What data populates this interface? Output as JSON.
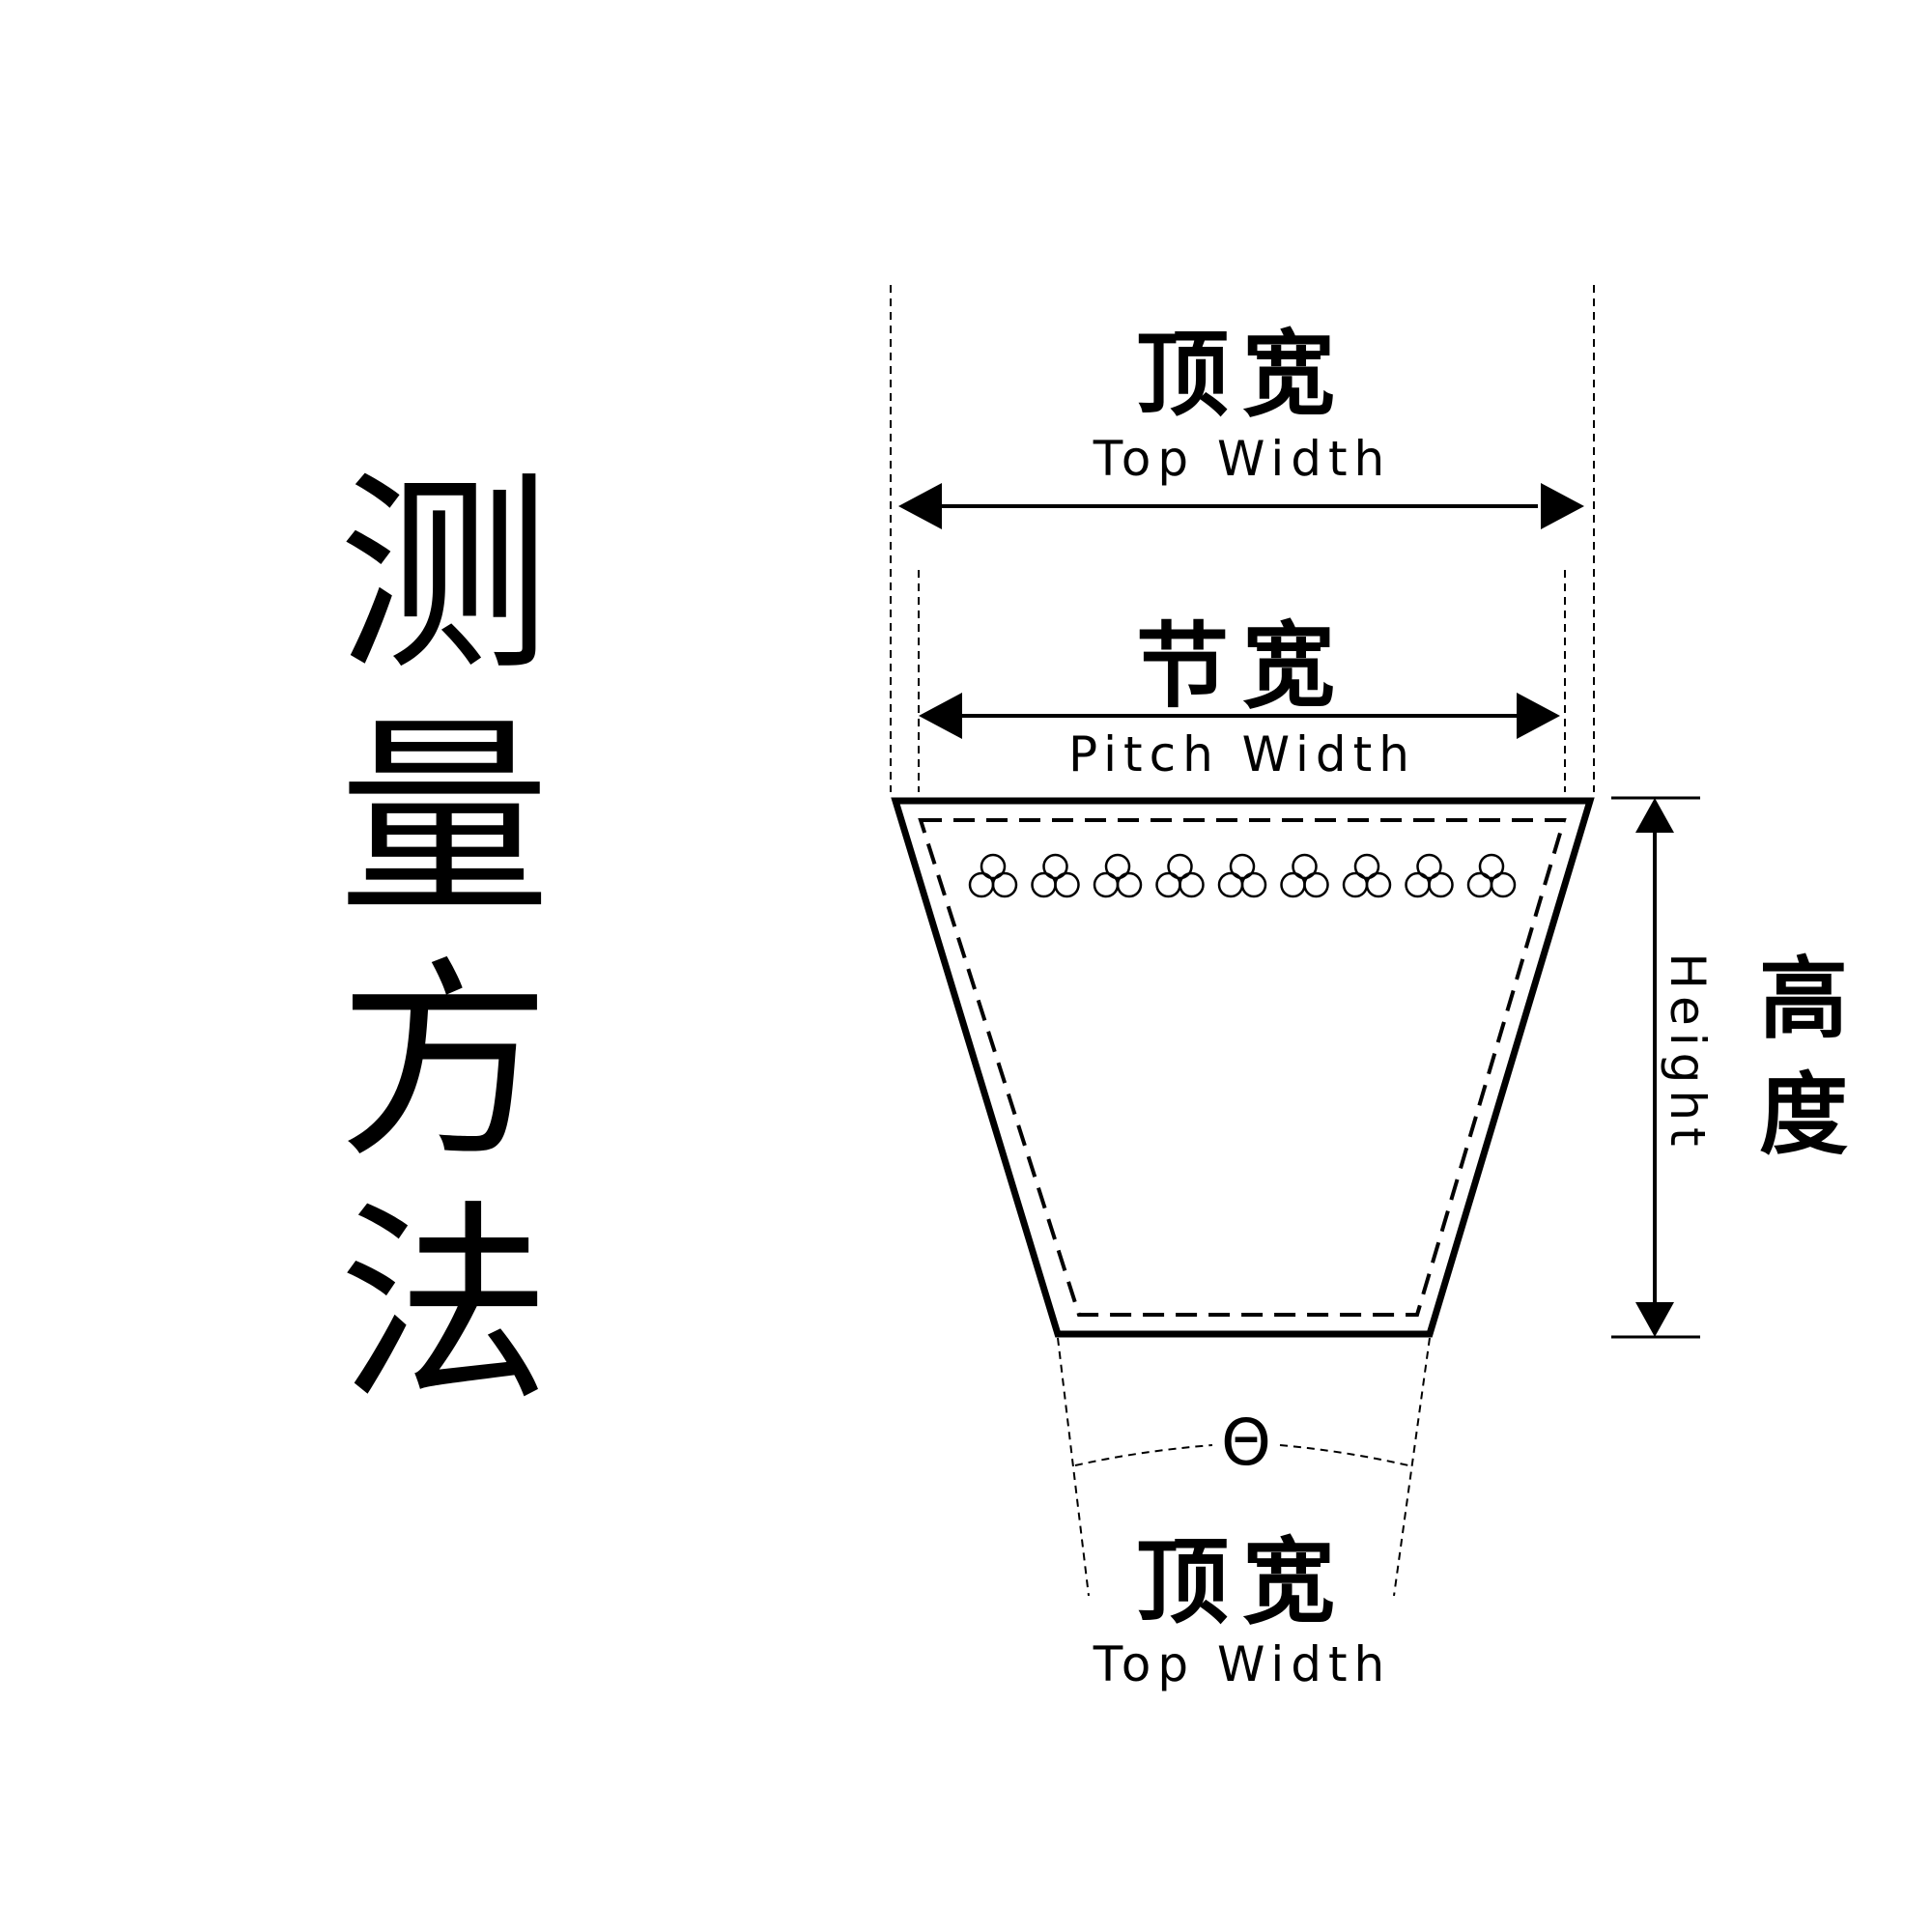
{
  "title": {
    "chars": [
      "测",
      "量",
      "方",
      "法"
    ]
  },
  "labels": {
    "top_width_cn": "顶宽",
    "top_width_en": "Top Width",
    "pitch_width_cn": "节宽",
    "pitch_width_en": "Pitch Width",
    "height_cn_chars": [
      "高",
      "度"
    ],
    "height_en": "Height",
    "angle_symbol": "Θ",
    "bottom_top_width_cn": "顶宽",
    "bottom_top_width_en": "Top Width"
  },
  "belt": {
    "cord_count": 9
  },
  "colors": {
    "line": "#000000",
    "background": "#ffffff"
  }
}
